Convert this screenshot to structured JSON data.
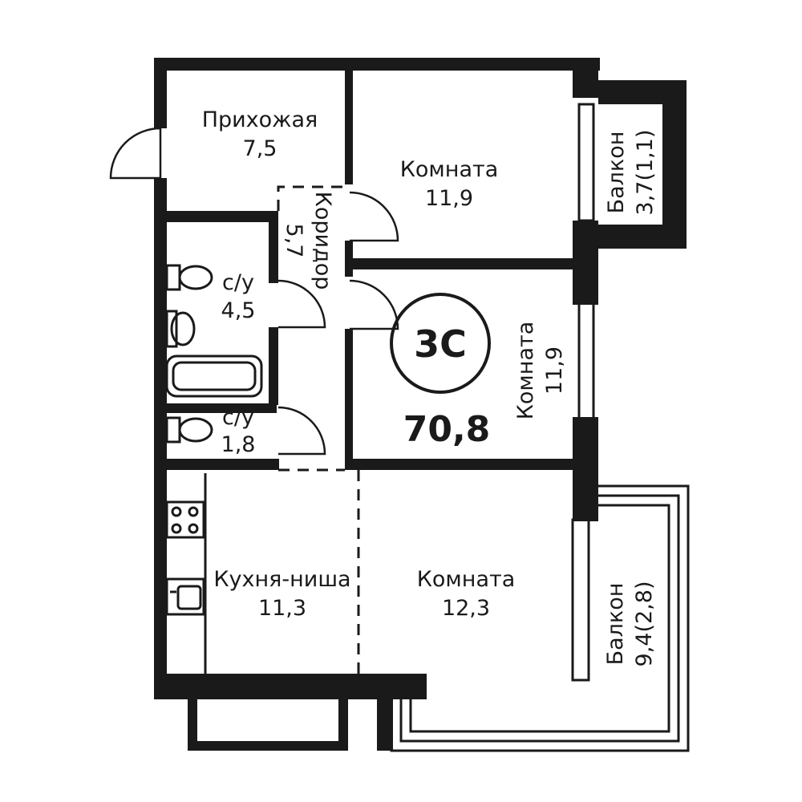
{
  "plan": {
    "badge": "3С",
    "total_area": "70,8",
    "rooms": [
      {
        "name": "Прихожая",
        "area": "7,5"
      },
      {
        "name": "Комната",
        "area": "11,9"
      },
      {
        "name": "Балкон",
        "area": "3,7(1,1)"
      },
      {
        "name": "Коридор",
        "area": "5,7"
      },
      {
        "name": "с/у",
        "area": "4,5"
      },
      {
        "name": "Комната",
        "area": "11,9"
      },
      {
        "name": "с/у",
        "area": "1,8"
      },
      {
        "name": "Кухня-ниша",
        "area": "11,3"
      },
      {
        "name": "Комната",
        "area": "12,3"
      },
      {
        "name": "Балкон",
        "area": "9,4(2,8)"
      }
    ]
  }
}
